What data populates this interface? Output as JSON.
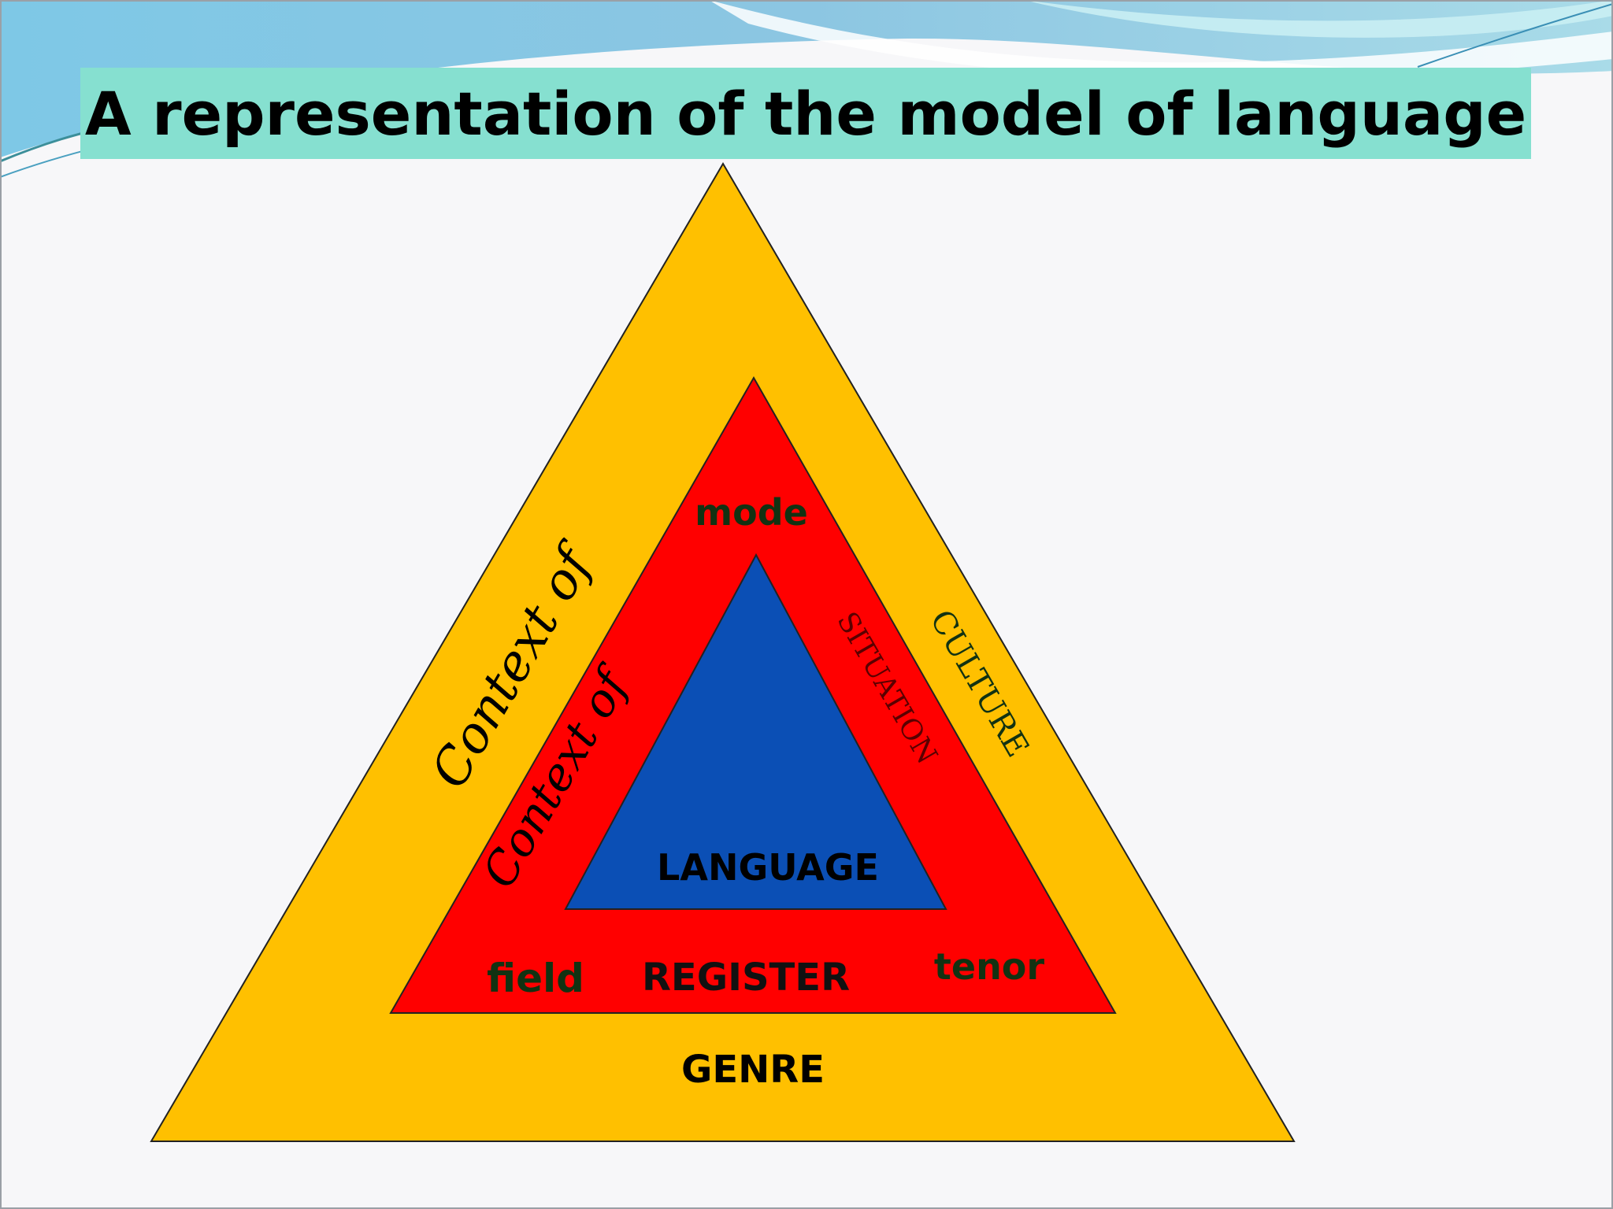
{
  "slide": {
    "title": "A representation of the model of language"
  },
  "diagram": {
    "outer": {
      "label": "GENRE",
      "left_side_label": "Context of",
      "right_side_label": "CULTURE"
    },
    "middle": {
      "label": "REGISTER",
      "left_side_label": "Context of",
      "right_side_label": "SITUATION",
      "corner_labels": {
        "top": "mode",
        "bottom_left": "field",
        "bottom_right": "tenor"
      }
    },
    "inner": {
      "label": "LANGUAGE"
    }
  },
  "colors": {
    "title_bar": "#86e0d0",
    "outer_triangle": "#ffc000",
    "middle_triangle": "#ff0000",
    "inner_triangle": "#0b4fb5",
    "dark_green_text": "#123212"
  }
}
